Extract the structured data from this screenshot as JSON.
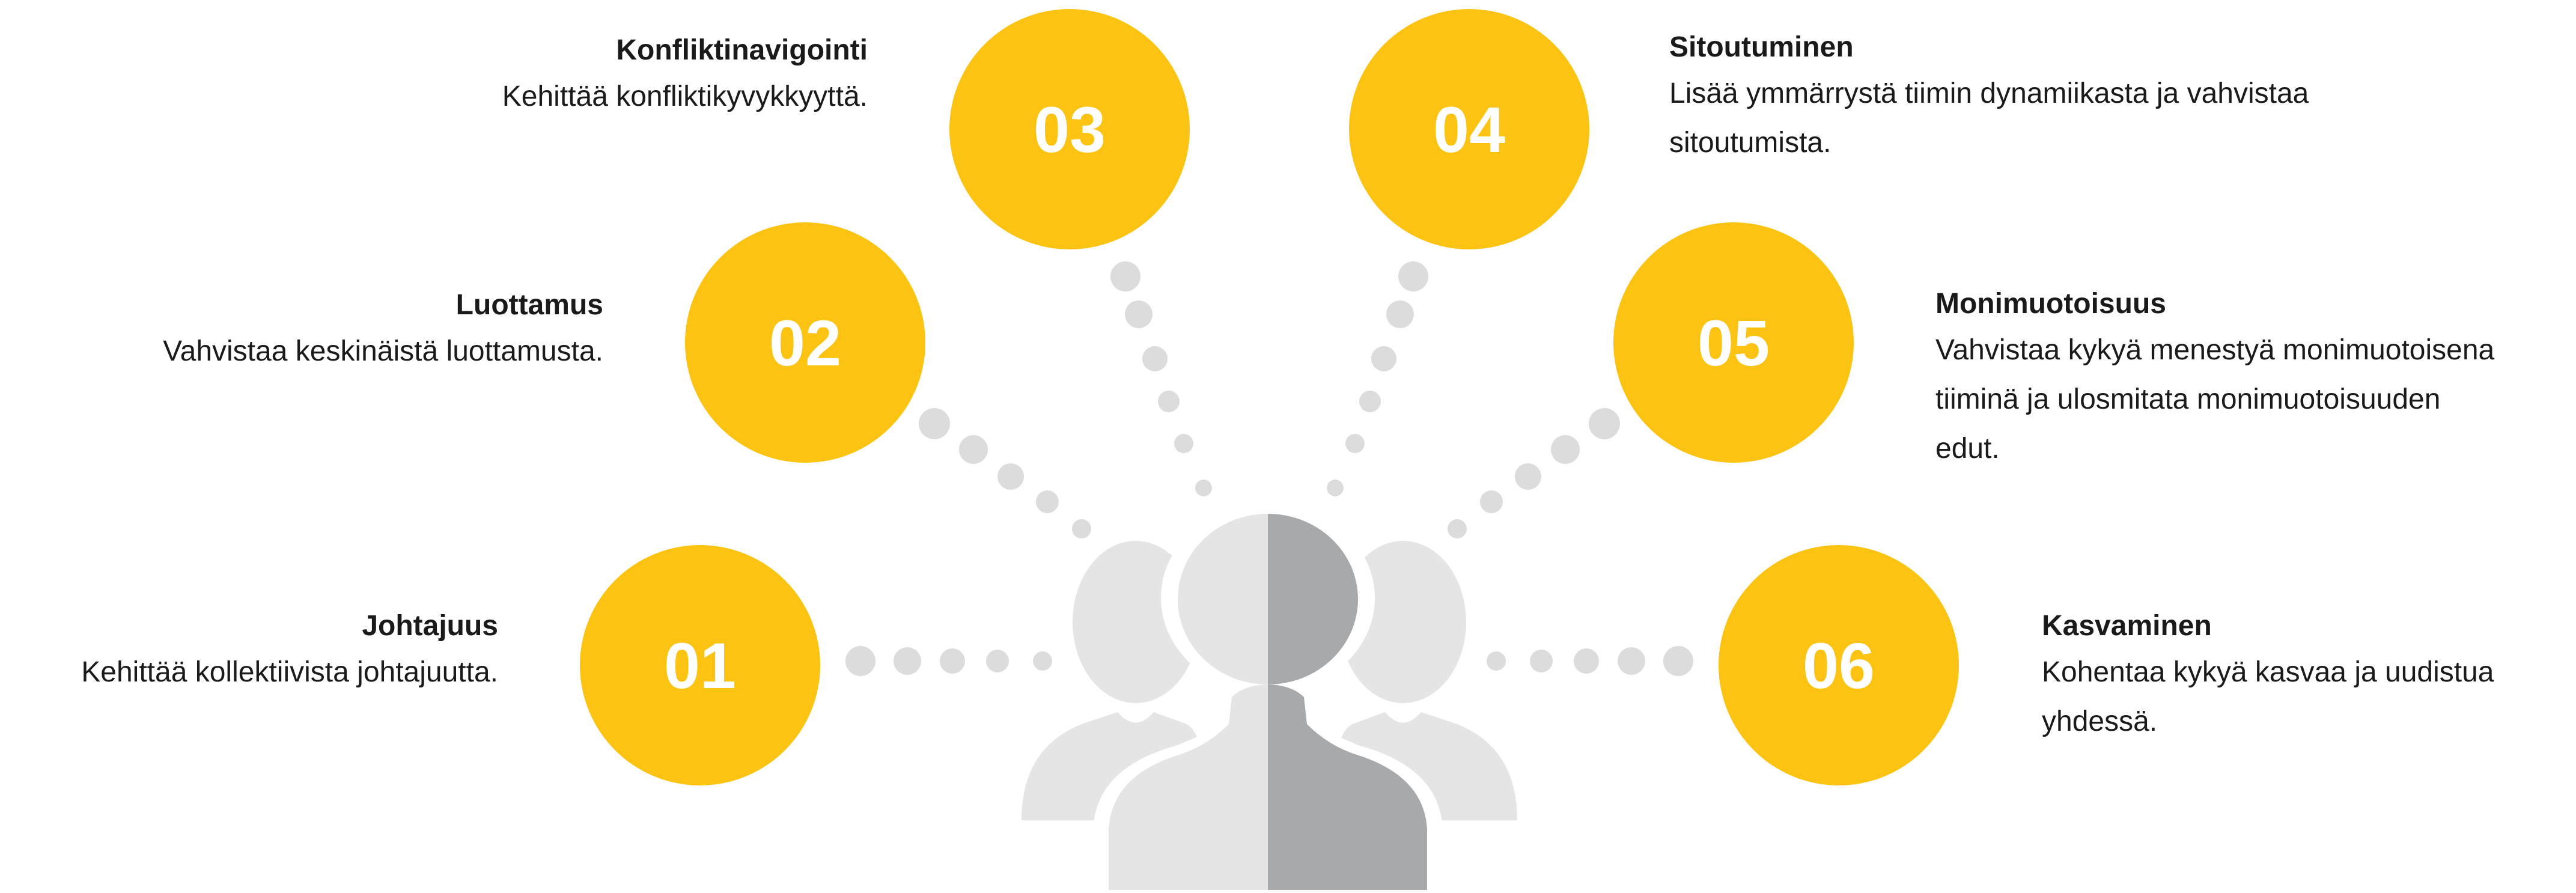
{
  "colors": {
    "circle": "#FDC313",
    "dot": "#DCDCDC",
    "figure_light": "#E5E5E5",
    "figure_dark": "#A8A9AB"
  },
  "icons": {
    "center": "group-people-icon"
  },
  "items": [
    {
      "number": "01",
      "title": "Johtajuus",
      "description": "Kehittää kollektiivista johtajuutta."
    },
    {
      "number": "02",
      "title": "Luottamus",
      "description": "Vahvistaa keskinäistä luottamusta."
    },
    {
      "number": "03",
      "title": "Konfliktinavigointi",
      "description": "Kehittää konfliktikyvykkyyttä."
    },
    {
      "number": "04",
      "title": "Sitoutuminen",
      "description_lines": [
        "Lisää ymmärrystä tiimin dynamiikasta ja vahvistaa",
        "sitoutumista."
      ]
    },
    {
      "number": "05",
      "title": "Monimuotoisuus",
      "description_lines": [
        "Vahvistaa kykyä menestyä monimuotoisena",
        "tiiminä ja ulosmitata monimuotoisuuden",
        "edut."
      ]
    },
    {
      "number": "06",
      "title": "Kasvaminen",
      "description_lines": [
        "Kohentaa kykyä kasvaa ja uudistua",
        "yhdessä."
      ]
    }
  ]
}
